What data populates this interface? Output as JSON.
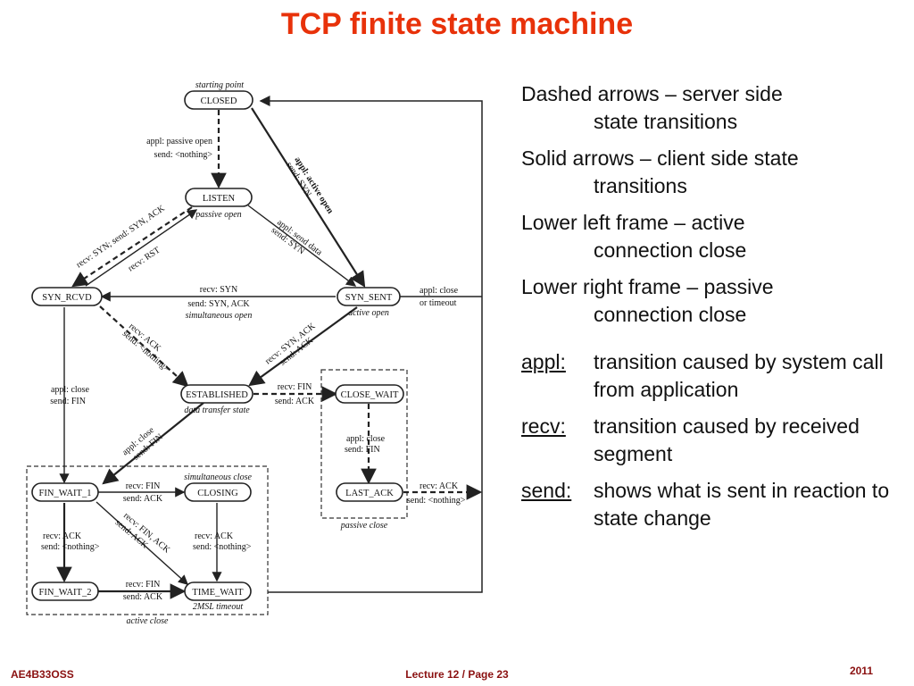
{
  "slide": {
    "title": "TCP finite state machine"
  },
  "diagram": {
    "states": {
      "closed": "CLOSED",
      "listen": "LISTEN",
      "syn_rcvd": "SYN_RCVD",
      "syn_sent": "SYN_SENT",
      "established": "ESTABLISHED",
      "close_wait": "CLOSE_WAIT",
      "last_ack": "LAST_ACK",
      "fin_wait_1": "FIN_WAIT_1",
      "closing": "CLOSING",
      "fin_wait_2": "FIN_WAIT_2",
      "time_wait": "TIME_WAIT"
    },
    "captions": {
      "starting_point": "starting point",
      "passive_open": "passive open",
      "active_open": "active open",
      "simultaneous_open": "simultaneous open",
      "data_transfer_state": "data transfer state",
      "simultaneous_close": "simultaneous close",
      "passive_close": "passive close",
      "active_close": "active close",
      "two_msl_timeout": "2MSL timeout"
    },
    "labels": {
      "appl_passive_open": "appl: passive open",
      "send_nothing_1": "send: <nothing>",
      "appl_active_open": "appl: active open",
      "send_syn_1": "send: SYN",
      "appl_send_data": "appl: send data",
      "send_syn_2": "send: SYN",
      "recv_syn_send_synack_1": "recv: SYN; send: SYN, ACK",
      "recv_rst": "recv: RST",
      "recv_syn_mid": "recv: SYN",
      "send_syn_ack_mid": "send: SYN, ACK",
      "appl_close_timeout_1": "appl: close",
      "appl_close_timeout_2": "or timeout",
      "recv_ack_1": "recv: ACK",
      "send_nothing_2": "send: <nothing>",
      "recv_synack": "recv: SYN, ACK",
      "send_ack_1": "send: ACK",
      "appl_close_left": "appl: close",
      "send_fin_left": "send: FIN",
      "recv_fin_est": "recv: FIN",
      "send_ack_est": "send: ACK",
      "appl_close_est": "appl: close",
      "send_fin_est": "send: FIN",
      "appl_close_cw": "appl: close",
      "send_fin_cw": "send: FIN",
      "recv_ack_la": "recv: ACK",
      "send_nothing_la": "send: <nothing>",
      "recv_fin_fw1": "recv: FIN",
      "send_ack_fw1": "send: ACK",
      "recv_fin_ack": "recv: FIN, ACK",
      "send_ack_diag": "send: ACK",
      "recv_ack_fw1": "recv: ACK",
      "send_nothing_fw1": "send: <nothing>",
      "recv_ack_closing": "recv: ACK",
      "send_nothing_closing": "send: <nothing>",
      "recv_fin_fw2": "recv: FIN",
      "send_ack_fw2": "send: ACK"
    }
  },
  "notes": {
    "n1a": "Dashed arrows – server side",
    "n1b": "state transitions",
    "n2a": "Solid arrows – client side state",
    "n2b": "transitions",
    "n3a": "Lower left frame – active",
    "n3b": "connection close",
    "n4a": "Lower right frame – passive",
    "n4b": "connection close",
    "defs": [
      {
        "term": "appl:",
        "desc": "transition caused by system call from application"
      },
      {
        "term": "recv:",
        "desc": "transition caused by received segment"
      },
      {
        "term": "send:",
        "desc": "shows what is sent in reaction to state change"
      }
    ]
  },
  "footer": {
    "left": "AE4B33OSS",
    "center": "Lecture 12 / Page 23",
    "right": "2011"
  },
  "colors": {
    "title": "#e8320a",
    "footer": "#8a1010",
    "stroke": "#222222"
  }
}
